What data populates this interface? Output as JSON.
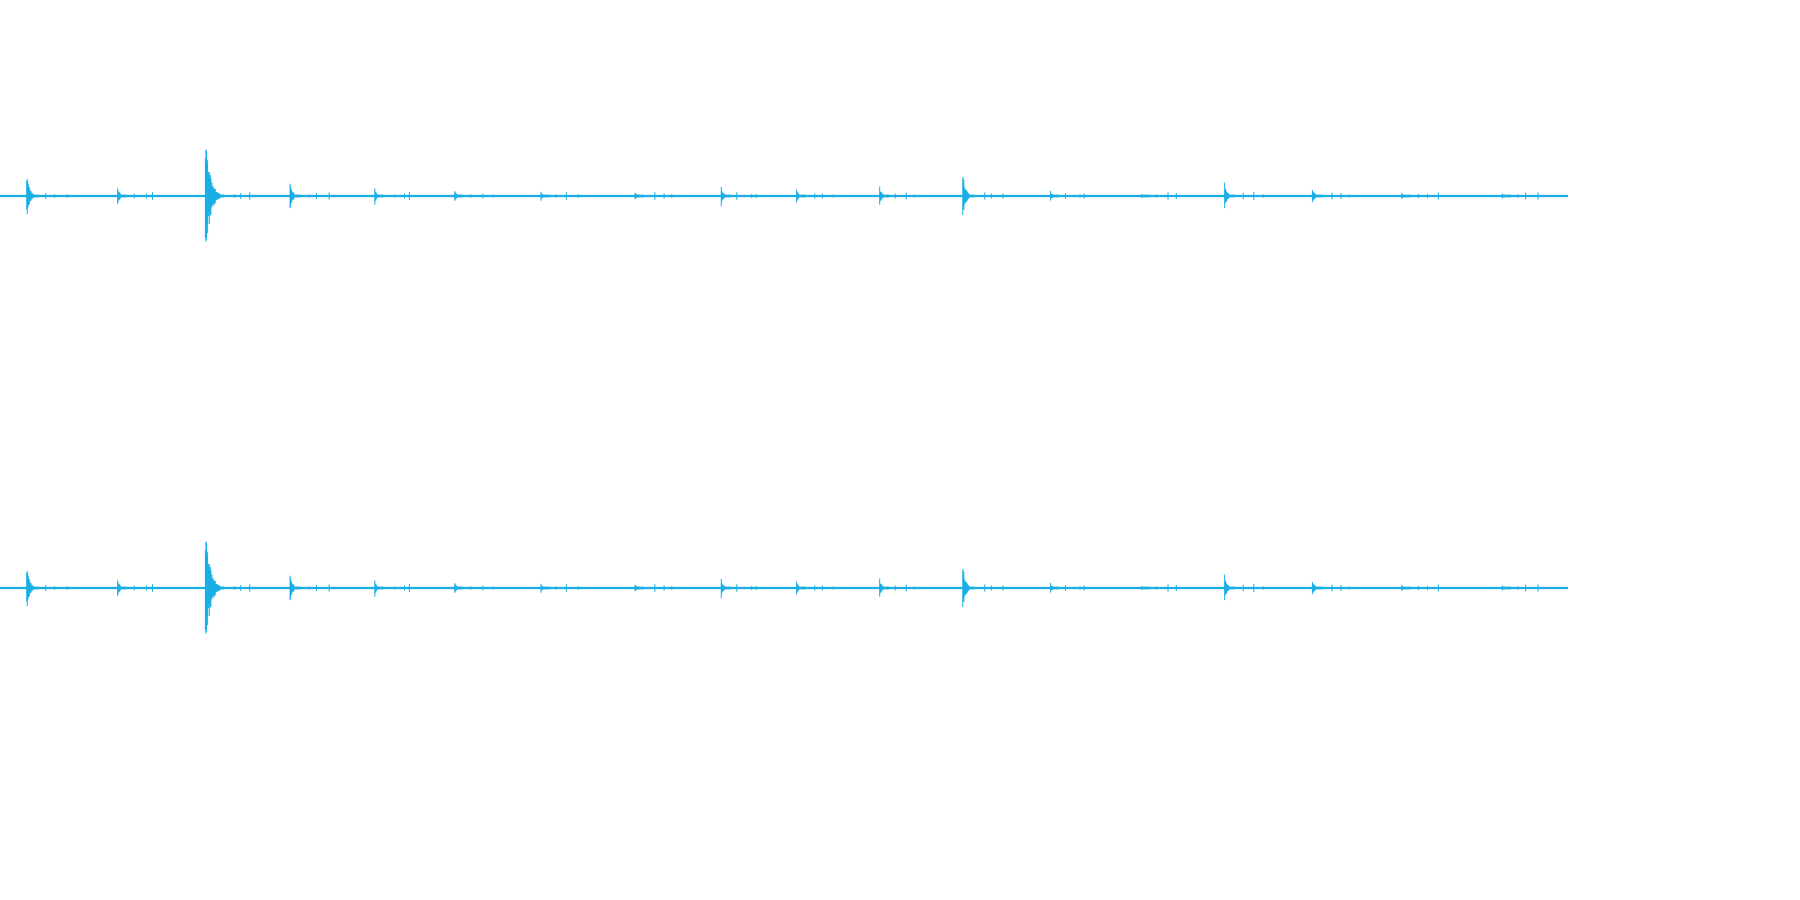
{
  "waveform": {
    "color": "#1aaee5",
    "background": "#ffffff",
    "channels": [
      {
        "name": "channel-top"
      },
      {
        "name": "channel-bottom"
      }
    ],
    "transients": [
      {
        "pos": 0.017,
        "amp": 0.19
      },
      {
        "pos": 0.075,
        "amp": 0.07
      },
      {
        "pos": 0.131,
        "amp": 0.5
      },
      {
        "pos": 0.185,
        "amp": 0.12
      },
      {
        "pos": 0.239,
        "amp": 0.06
      },
      {
        "pos": 0.29,
        "amp": 0.05
      },
      {
        "pos": 0.345,
        "amp": 0.035
      },
      {
        "pos": 0.405,
        "amp": 0.035
      },
      {
        "pos": 0.46,
        "amp": 0.08
      },
      {
        "pos": 0.508,
        "amp": 0.06
      },
      {
        "pos": 0.561,
        "amp": 0.07
      },
      {
        "pos": 0.614,
        "amp": 0.19
      },
      {
        "pos": 0.67,
        "amp": 0.04
      },
      {
        "pos": 0.728,
        "amp": 0.02
      },
      {
        "pos": 0.781,
        "amp": 0.11
      },
      {
        "pos": 0.837,
        "amp": 0.07
      },
      {
        "pos": 0.894,
        "amp": 0.03
      },
      {
        "pos": 0.958,
        "amp": 0.03
      }
    ]
  }
}
